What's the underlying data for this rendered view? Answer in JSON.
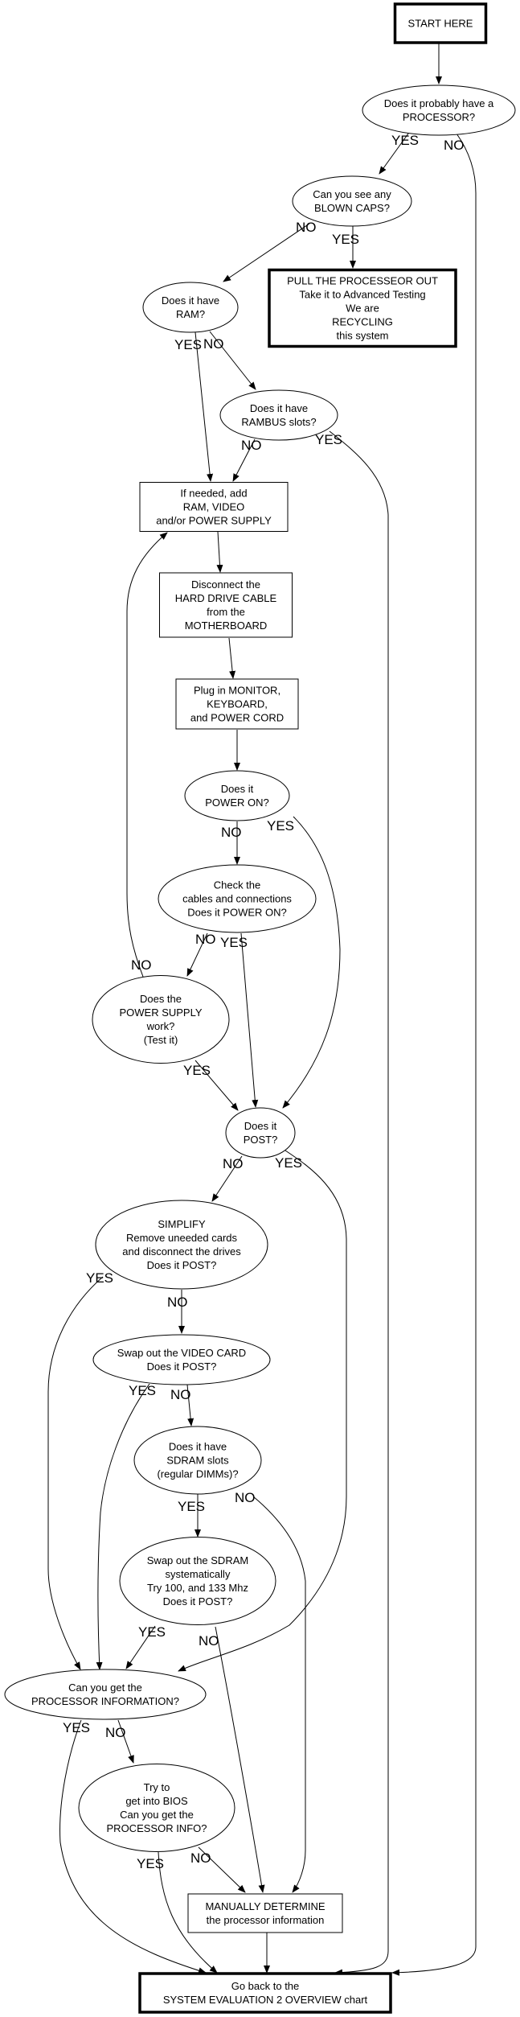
{
  "diagram": {
    "type": "flowchart",
    "nodes": [
      {
        "id": "start",
        "shape": "box-bold",
        "lines": [
          "START HERE"
        ]
      },
      {
        "id": "has_cpu",
        "shape": "ellipse",
        "lines": [
          "Does it probably have a",
          "PROCESSOR?"
        ]
      },
      {
        "id": "blown_caps",
        "shape": "ellipse",
        "lines": [
          "Can you see any",
          "BLOWN CAPS?"
        ]
      },
      {
        "id": "pull_cpu",
        "shape": "box-bold",
        "lines": [
          "PULL THE PROCESSEOR OUT",
          "Take it to Advanced Testing",
          "We are",
          "RECYCLING",
          "this system"
        ]
      },
      {
        "id": "has_ram",
        "shape": "ellipse",
        "lines": [
          "Does it have",
          "RAM?"
        ]
      },
      {
        "id": "rambus",
        "shape": "ellipse",
        "lines": [
          "Does it have",
          "RAMBUS slots?"
        ]
      },
      {
        "id": "add_parts",
        "shape": "box",
        "lines": [
          "If needed, add",
          "RAM, VIDEO",
          "and/or POWER SUPPLY"
        ]
      },
      {
        "id": "disconnect_hd",
        "shape": "box",
        "lines": [
          "Disconnect the",
          "HARD DRIVE CABLE",
          "from the",
          "MOTHERBOARD"
        ]
      },
      {
        "id": "plug_in",
        "shape": "box",
        "lines": [
          "Plug in MONITOR,",
          "KEYBOARD,",
          "and POWER CORD"
        ]
      },
      {
        "id": "power_on",
        "shape": "ellipse",
        "lines": [
          "Does it",
          "POWER ON?"
        ]
      },
      {
        "id": "check_cables",
        "shape": "ellipse",
        "lines": [
          "Check the",
          "cables and connections",
          "Does it POWER ON?"
        ]
      },
      {
        "id": "psu_test",
        "shape": "ellipse",
        "lines": [
          "Does the",
          "POWER SUPPLY",
          "work?",
          "(Test it)"
        ]
      },
      {
        "id": "post",
        "shape": "ellipse",
        "lines": [
          "Does it",
          "POST?"
        ]
      },
      {
        "id": "simplify",
        "shape": "ellipse",
        "lines": [
          "SIMPLIFY",
          "Remove uneeded cards",
          "and disconnect the drives",
          "Does it POST?"
        ]
      },
      {
        "id": "swap_video",
        "shape": "ellipse",
        "lines": [
          "Swap out the VIDEO CARD",
          "Does it POST?"
        ]
      },
      {
        "id": "sdram_slots",
        "shape": "ellipse",
        "lines": [
          "Does it have",
          "SDRAM slots",
          "(regular DIMMs)?"
        ]
      },
      {
        "id": "swap_sdram",
        "shape": "ellipse",
        "lines": [
          "Swap out the SDRAM",
          "systematically",
          "Try 100, and 133 Mhz",
          "Does it POST?"
        ]
      },
      {
        "id": "cpu_info",
        "shape": "ellipse",
        "lines": [
          "Can you get the",
          "PROCESSOR INFORMATION?"
        ]
      },
      {
        "id": "bios",
        "shape": "ellipse",
        "lines": [
          "Try to",
          "get into BIOS",
          "Can you get the",
          "PROCESSOR INFO?"
        ]
      },
      {
        "id": "manual",
        "shape": "box",
        "lines": [
          "MANUALLY DETERMINE",
          "the processor information"
        ]
      },
      {
        "id": "go_back",
        "shape": "box-bold",
        "lines": [
          "Go back to the",
          "SYSTEM EVALUATION 2 OVERVIEW chart"
        ]
      }
    ],
    "edges": [
      {
        "from": "start",
        "to": "has_cpu",
        "label": ""
      },
      {
        "from": "has_cpu",
        "to": "blown_caps",
        "label": "YES"
      },
      {
        "from": "has_cpu",
        "to": "go_back",
        "label": "NO"
      },
      {
        "from": "blown_caps",
        "to": "has_ram",
        "label": "NO"
      },
      {
        "from": "blown_caps",
        "to": "pull_cpu",
        "label": "YES"
      },
      {
        "from": "has_ram",
        "to": "add_parts",
        "label": "YES"
      },
      {
        "from": "has_ram",
        "to": "rambus",
        "label": "NO"
      },
      {
        "from": "rambus",
        "to": "add_parts",
        "label": "NO"
      },
      {
        "from": "rambus",
        "to": "go_back",
        "label": "YES"
      },
      {
        "from": "add_parts",
        "to": "disconnect_hd",
        "label": ""
      },
      {
        "from": "disconnect_hd",
        "to": "plug_in",
        "label": ""
      },
      {
        "from": "plug_in",
        "to": "power_on",
        "label": ""
      },
      {
        "from": "power_on",
        "to": "check_cables",
        "label": "NO"
      },
      {
        "from": "power_on",
        "to": "post",
        "label": "YES"
      },
      {
        "from": "check_cables",
        "to": "psu_test",
        "label": "NO"
      },
      {
        "from": "check_cables",
        "to": "post",
        "label": "YES"
      },
      {
        "from": "psu_test",
        "to": "add_parts",
        "label": "NO"
      },
      {
        "from": "psu_test",
        "to": "post",
        "label": "YES"
      },
      {
        "from": "post",
        "to": "simplify",
        "label": "NO"
      },
      {
        "from": "post",
        "to": "cpu_info",
        "label": "YES"
      },
      {
        "from": "simplify",
        "to": "cpu_info",
        "label": "YES"
      },
      {
        "from": "simplify",
        "to": "swap_video",
        "label": "NO"
      },
      {
        "from": "swap_video",
        "to": "cpu_info",
        "label": "YES"
      },
      {
        "from": "swap_video",
        "to": "sdram_slots",
        "label": "NO"
      },
      {
        "from": "sdram_slots",
        "to": "swap_sdram",
        "label": "YES"
      },
      {
        "from": "sdram_slots",
        "to": "manual",
        "label": "NO"
      },
      {
        "from": "swap_sdram",
        "to": "cpu_info",
        "label": "YES"
      },
      {
        "from": "swap_sdram",
        "to": "manual",
        "label": "NO"
      },
      {
        "from": "cpu_info",
        "to": "go_back",
        "label": "YES"
      },
      {
        "from": "cpu_info",
        "to": "bios",
        "label": "NO"
      },
      {
        "from": "bios",
        "to": "go_back",
        "label": "YES"
      },
      {
        "from": "bios",
        "to": "manual",
        "label": "NO"
      },
      {
        "from": "manual",
        "to": "go_back",
        "label": ""
      }
    ]
  }
}
